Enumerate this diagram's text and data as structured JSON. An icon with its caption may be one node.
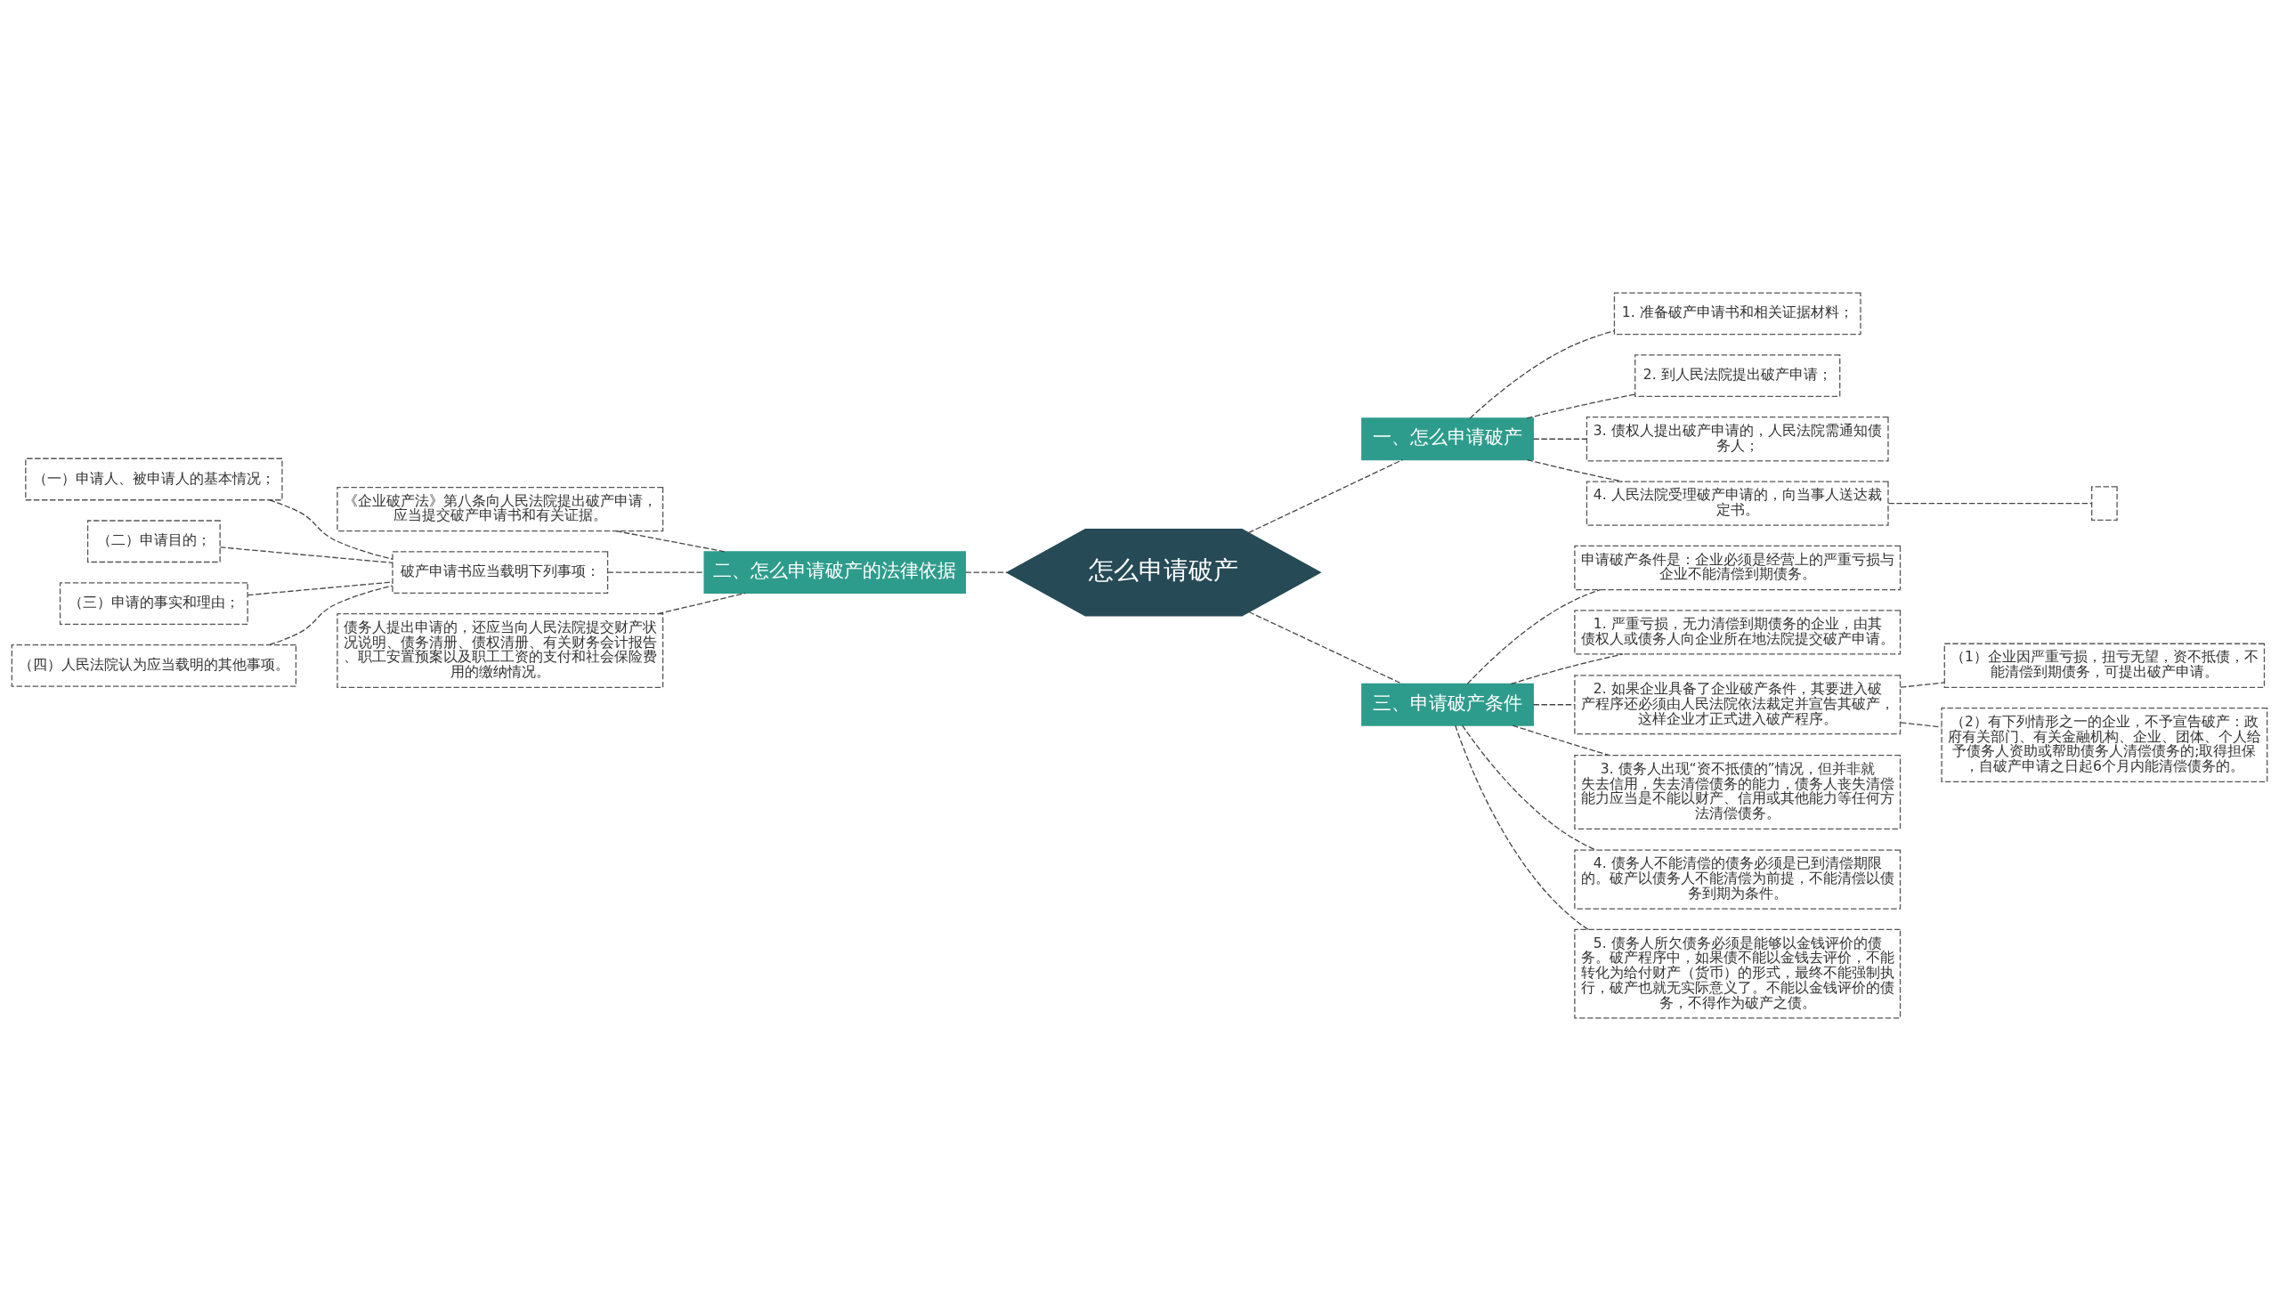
{
  "diagram": {
    "nodes": [
      {
        "text": [
          "怎么申请破产"
        ]
      },
      {
        "text": [
          "一、怎么申请破产"
        ]
      },
      {
        "text": [
          "1. 准备破产申请书和相关证据材料；"
        ]
      },
      {
        "text": [
          "2. 到人民法院提出破产申请；"
        ]
      },
      {
        "text": [
          "3. 债权人提出破产申请的，人民法院需通知债务人；"
        ]
      },
      {
        "text": [
          "4. 人民法院受理破产申请的，向当事人送达裁定书。"
        ]
      },
      {
        "text": [],
        "shape": "box"
      },
      {
        "text": [
          "二、怎么申请破产的法律依据"
        ]
      },
      {
        "text": [
          "《企业破产法》第八条向人民法院提出破产申请，应当提交破产申请书和有关证据。"
        ]
      },
      {
        "text": [
          "破产申请书应当载明下列事项："
        ]
      },
      {
        "text": [
          "（一）申请人、被申请人的基本情况；"
        ]
      },
      {
        "text": [
          "（二）申请目的；"
        ]
      },
      {
        "text": [
          "（三）申请的事实和理由；"
        ]
      },
      {
        "text": [
          "（四）人民法院认为应当载明的其他事项。"
        ]
      },
      {
        "text": [
          "债务人提出申请的，还应当向人民法院提交财产状况说明、债务清册、债权清册、有关财务会计报告、职工安置预案以及职工工资的支付和社会保险费用的缴纳情况。"
        ]
      },
      {
        "text": [
          "三、申请破产条件"
        ]
      },
      {
        "text": [
          "申请破产条件是：企业必须是经营上的严重亏损与企业不能清偿到期债务。"
        ]
      },
      {
        "text": [
          "1. 严重亏损，无力清偿到期债务的企业，由其债权人或债务人向企业所在地法院提交破产申请。"
        ]
      },
      {
        "text": [
          "2. 如果企业具备了企业破产条件，其要进入破产程序还必须由人民法院依法裁定并宣告其破产，这样企业才正式进入破产程序。"
        ]
      },
      {
        "text": [
          "（1）企业因严重亏损，扭亏无望，资不抵债，不能清偿到期债务，可提出破产申请。"
        ]
      },
      {
        "text": [
          "（2）有下列情形之一的企业，不予宣告破产：政府有关部门、有关金融机构、企业、团体、个人给予债务人资助或帮助债务人清偿债务的;取得担保，自破产申请之日起6个月内能清偿债务的。"
        ]
      },
      {
        "text": [
          "3. 债务人出现“资不抵债的”情况，但并非就失去信用，失去清偿债务的能力，债务人丧失清偿能力应当是不能以财产、信用或其他能力等任何方法清偿债务。"
        ]
      },
      {
        "text": [
          "4. 债务人不能清偿的债务必须是已到清偿期限的。破产以债务人不能清偿为前提，不能清偿以债务到期为条件。"
        ]
      },
      {
        "text": [
          "5. 债务人所欠债务必须是能够以金钱评价的债务。破产程序中，如果债不能以金钱去评价，不能转化为给付财产（货币）的形式，最终不能强制执行，破产也就无实际意义了。不能以金钱评价的债务，不得作为破产之债。"
        ]
      }
    ],
    "edges": [
      {
        "from": 0,
        "to": 1,
        "arrow": "none"
      },
      {
        "from": 1,
        "to": 2,
        "arrow": "none"
      },
      {
        "from": 1,
        "to": 3,
        "arrow": "none"
      },
      {
        "from": 1,
        "to": 4,
        "arrow": "none"
      },
      {
        "from": 1,
        "to": 5,
        "arrow": "none"
      },
      {
        "from": 5,
        "to": 6,
        "arrow": "none"
      },
      {
        "from": 0,
        "to": 7,
        "arrow": "none"
      },
      {
        "from": 7,
        "to": 8,
        "arrow": "none"
      },
      {
        "from": 7,
        "to": 9,
        "arrow": "none"
      },
      {
        "from": 9,
        "to": 10,
        "arrow": "none"
      },
      {
        "from": 9,
        "to": 11,
        "arrow": "none"
      },
      {
        "from": 9,
        "to": 12,
        "arrow": "none"
      },
      {
        "from": 9,
        "to": 13,
        "arrow": "none"
      },
      {
        "from": 7,
        "to": 14,
        "arrow": "none"
      },
      {
        "from": 0,
        "to": 15,
        "arrow": "none"
      },
      {
        "from": 15,
        "to": 16,
        "arrow": "none"
      },
      {
        "from": 15,
        "to": 17,
        "arrow": "none"
      },
      {
        "from": 15,
        "to": 18,
        "arrow": "none"
      },
      {
        "from": 18,
        "to": 19,
        "arrow": "none"
      },
      {
        "from": 18,
        "to": 20,
        "arrow": "none"
      },
      {
        "from": 15,
        "to": 21,
        "arrow": "none"
      },
      {
        "from": 15,
        "to": 22,
        "arrow": "none"
      },
      {
        "from": 15,
        "to": 23,
        "arrow": "none"
      }
    ]
  }
}
